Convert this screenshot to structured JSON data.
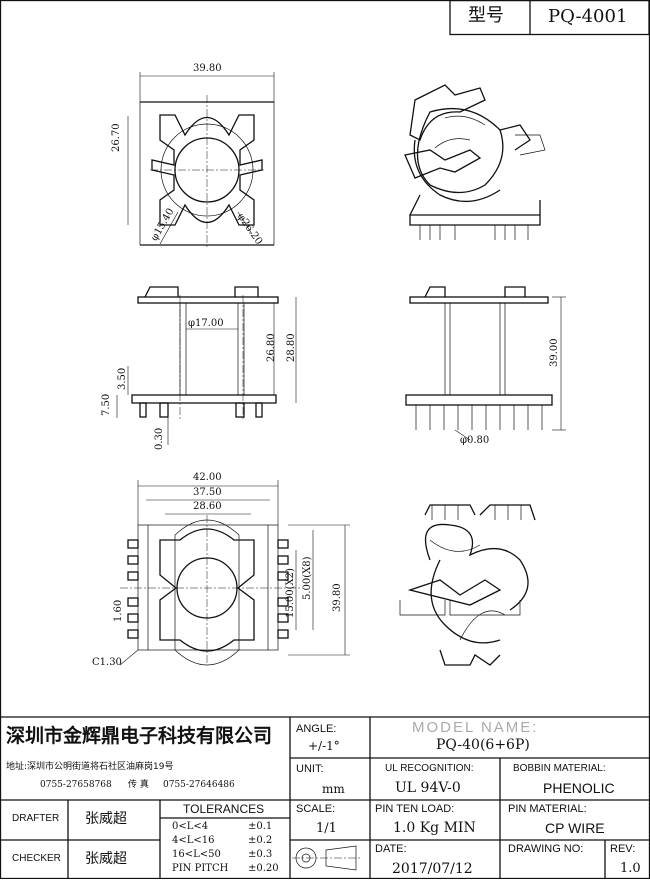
{
  "header": {
    "model_label": "型号",
    "model_value": "PQ-4001"
  },
  "top_view": {
    "width": "39.80",
    "height": "26.70",
    "inner_dia": "φ15.40",
    "outer_dia": "φ26.20"
  },
  "side_view": {
    "core_dia": "φ17.00",
    "h1": "26.80",
    "h2": "28.80",
    "base": "3.50",
    "pin_len": "7.50",
    "gap": "0.30"
  },
  "front_view": {
    "height": "39.00",
    "pin_dia": "φ0.80"
  },
  "bottom_view": {
    "w1": "42.00",
    "w2": "37.50",
    "w3": "28.60",
    "p1": "15.00(X2)",
    "p2": "5.00(X8)",
    "h": "39.80",
    "pin_w": "1.60",
    "chamfer": "C1.30"
  },
  "title_block": {
    "company": "深圳市金辉鼎电子科技有限公司",
    "address": "地址:深圳市公明街道将石社区油麻岗19号",
    "phone": "0755-27658768",
    "fax_label": "传 真",
    "fax": "0755-27646486",
    "angle_label": "ANGLE:",
    "angle_value": "+/-1°",
    "model_name_label": "MODEL NAME:",
    "model_name_value": "PQ-40(6+6P)",
    "unit_label": "UNIT:",
    "unit_value": "mm",
    "ul_label": "UL RECOGNITION:",
    "ul_value": "UL 94V-0",
    "bobbin_label": "BOBBIN MATERIAL:",
    "bobbin_value": "PHENOLIC",
    "drafter_label": "DRAFTER",
    "drafter_name": "张威超",
    "checker_label": "CHECKER",
    "checker_name": "张威超",
    "tolerances_label": "TOLERANCES",
    "tolerances": [
      {
        "range": "0<L<4",
        "tol": "±0.1"
      },
      {
        "range": "4<L<16",
        "tol": "±0.2"
      },
      {
        "range": "16<L<50",
        "tol": "±0.3"
      },
      {
        "range": "PIN PITCH",
        "tol": "±0.20"
      }
    ],
    "scale_label": "SCALE:",
    "scale_value": "1/1",
    "pin_load_label": "PIN TEN LOAD:",
    "pin_load_value": "1.0 Kg MIN",
    "pin_mat_label": "PIN MATERIAL:",
    "pin_mat_value": "CP WIRE",
    "date_label": "DATE:",
    "date_value": "2017/07/12",
    "drawing_no_label": "DRAWING NO:",
    "rev_label": "REV:",
    "rev_value": "1.0"
  }
}
